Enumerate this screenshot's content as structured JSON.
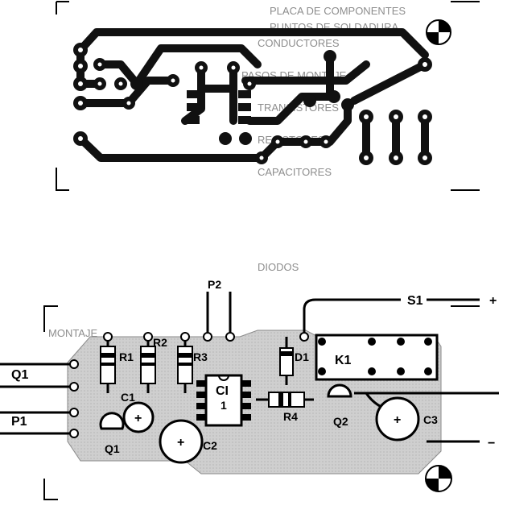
{
  "background_text": [
    "PLACA DE COMPONENTES",
    "PUNTOS DE SOLDADURA",
    "CONDUCTORES",
    "PASOS DE MONTAJE",
    "TRANSISTORES",
    "RESISTORES",
    "CAPACITORES",
    "DIODOS",
    "MONTAJE"
  ],
  "labels": {
    "r1": "R1",
    "r2": "R2",
    "r3": "R3",
    "r4": "R4",
    "c1": "C1",
    "c2": "C2",
    "c3": "C3",
    "q1_left": "Q1",
    "q1": "Q1",
    "q2": "Q2",
    "p1": "P1",
    "p2": "P2",
    "s1": "S1",
    "d1": "D1",
    "k1": "K1",
    "ci": "CI",
    "ci_pin": "1",
    "plus": "+",
    "minus": "−",
    "plus_sym": "+"
  },
  "colors": {
    "copper": "#111111",
    "silk": "#000000",
    "pcb_area": "#c9c9c9",
    "paper": "#ffffff"
  }
}
